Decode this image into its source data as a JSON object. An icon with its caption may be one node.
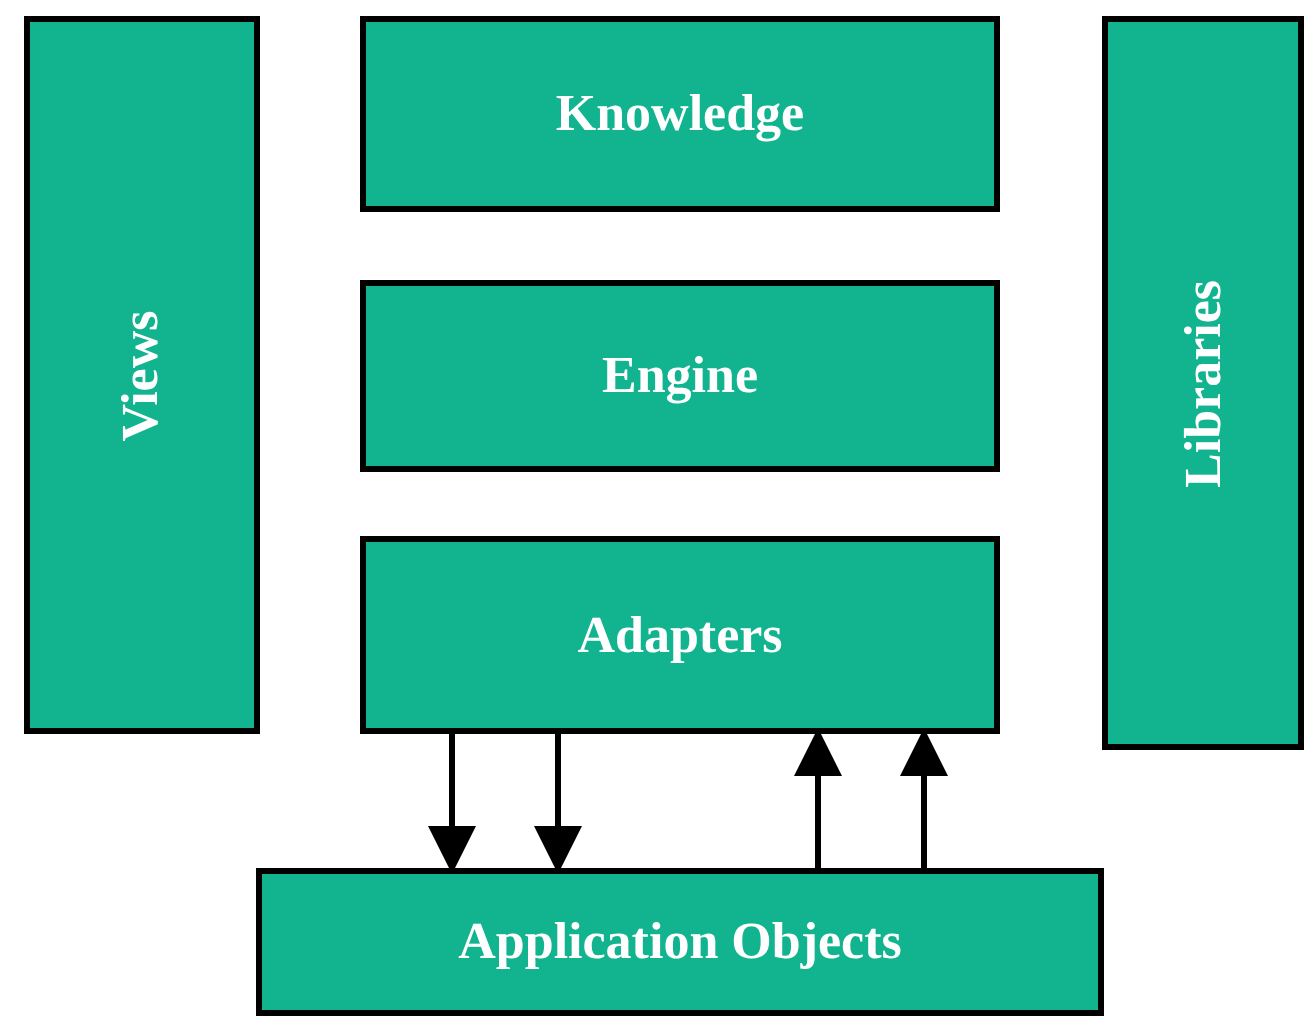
{
  "diagram": {
    "nodes": [
      {
        "text": [
          "Views"
        ]
      },
      {
        "text": [
          "Knowledge"
        ]
      },
      {
        "text": [
          "Engine"
        ]
      },
      {
        "text": [
          "Adapters"
        ]
      },
      {
        "text": [
          "Libraries"
        ]
      },
      {
        "text": [
          "Application Objects"
        ]
      }
    ],
    "edges": [
      {
        "from": 3,
        "to": 5,
        "arrow": "to"
      },
      {
        "from": 3,
        "to": 5,
        "arrow": "to"
      },
      {
        "from": 5,
        "to": 3,
        "arrow": "to"
      },
      {
        "from": 5,
        "to": 3,
        "arrow": "to"
      }
    ]
  }
}
